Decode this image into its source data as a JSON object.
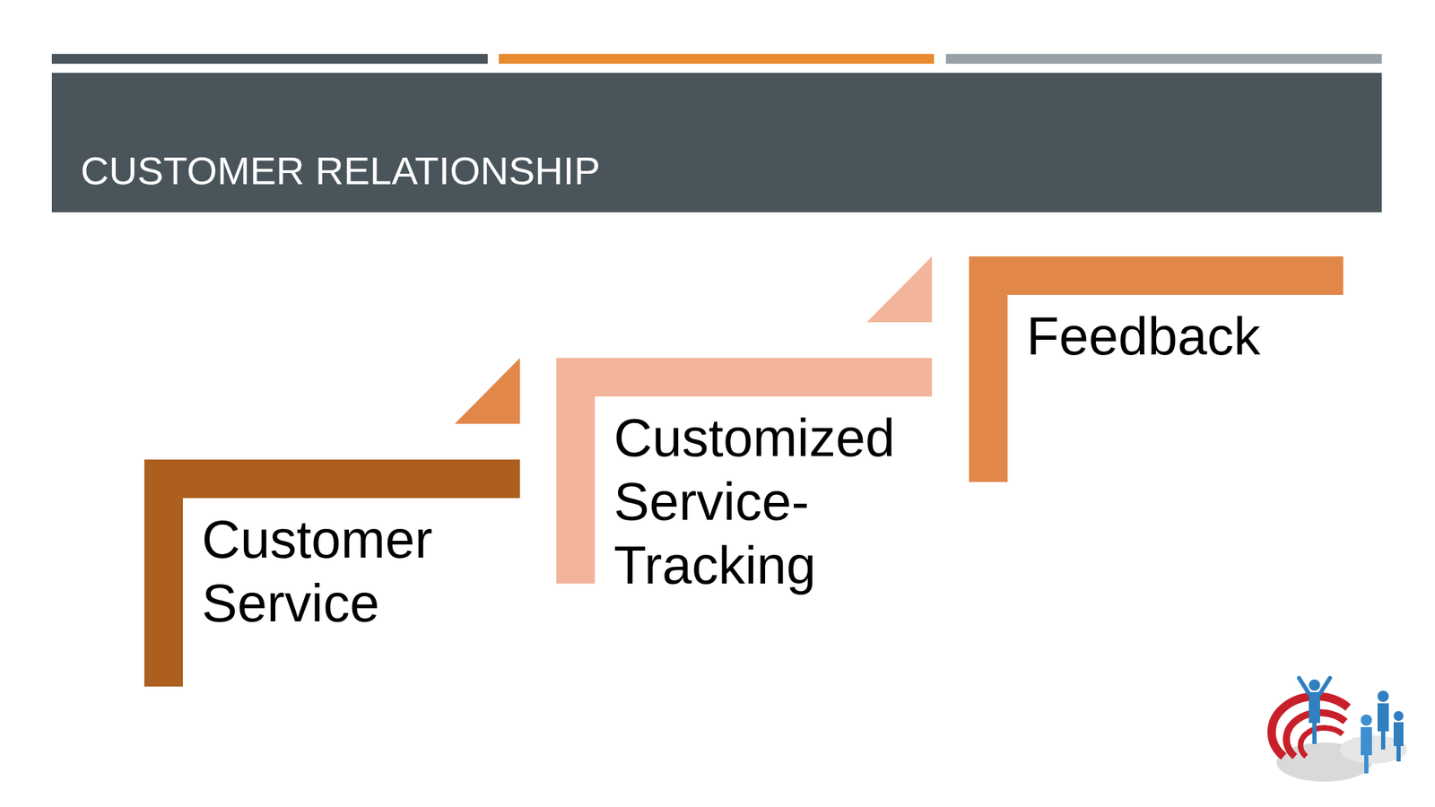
{
  "diagram": {
    "title": "CUSTOMER RELATIONSHIP",
    "nodes": [
      {
        "text": [
          "Customer Service"
        ]
      },
      {
        "text": [
          "Customized Service- Tracking"
        ]
      },
      {
        "text": [
          "Feedback"
        ]
      }
    ]
  }
}
